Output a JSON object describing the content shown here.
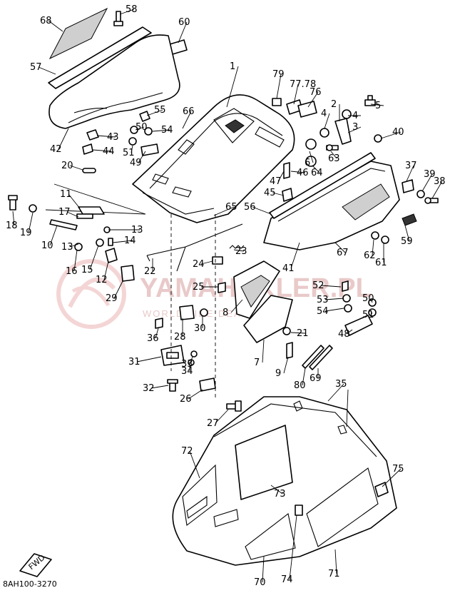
{
  "diagram": {
    "part_code": "8AH100-3270",
    "fwd_label": "FWD",
    "watermark": {
      "brand": "YAMAHAKLER.PL",
      "tagline": "WORLDWIDE DEALER"
    },
    "labels": [
      "68",
      "58",
      "60",
      "57",
      "1",
      "79",
      "77.78",
      "76",
      "55",
      "66",
      "5",
      "2",
      "4",
      "4",
      "50",
      "54",
      "43",
      "42",
      "44",
      "51",
      "49",
      "3",
      "40",
      "6",
      "63",
      "64",
      "46",
      "47",
      "45",
      "20",
      "37",
      "39",
      "38",
      "11",
      "17",
      "13",
      "18",
      "19",
      "10",
      "13",
      "16",
      "15",
      "14",
      "12",
      "65",
      "56",
      "59",
      "62",
      "61",
      "41",
      "67",
      "22",
      "23",
      "24",
      "25",
      "29",
      "52",
      "50",
      "53",
      "51",
      "54",
      "48",
      "36",
      "28",
      "30",
      "8",
      "21",
      "31",
      "33",
      "34",
      "7",
      "9",
      "80",
      "69",
      "32",
      "26",
      "27",
      "35",
      "72",
      "75",
      "73",
      "74",
      "70",
      "71"
    ]
  }
}
